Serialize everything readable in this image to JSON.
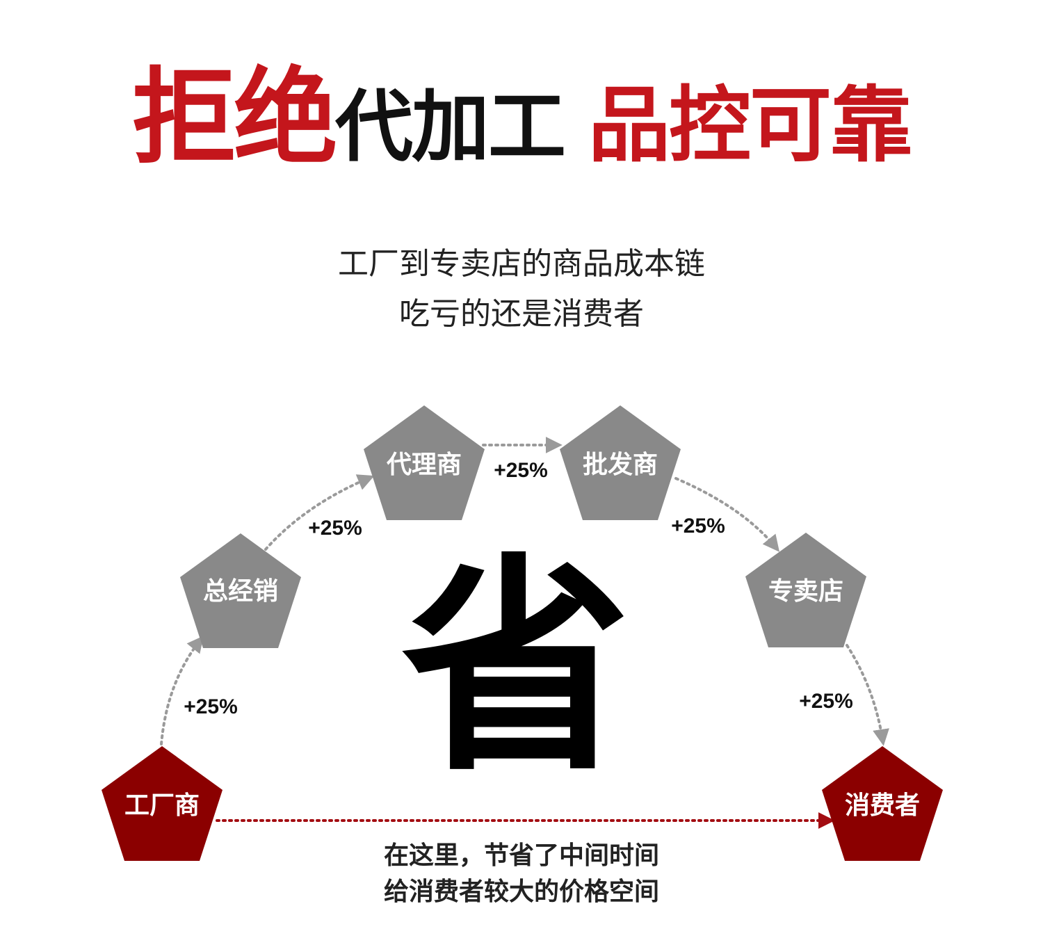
{
  "headline": {
    "part1": "拒绝",
    "part2": "代加工",
    "part3": "品控可靠"
  },
  "subtitle": {
    "line1": "工厂到专卖店的商品成本链",
    "line2": "吃亏的还是消费者"
  },
  "center_char": "省",
  "colors": {
    "accent_red": "#c4161c",
    "node_dark_red": "#8b0000",
    "node_gray": "#898989",
    "arrow_gray": "#9a9a9a",
    "arrow_red": "#a30d12"
  },
  "nodes": [
    {
      "id": "factory",
      "label": "工厂商",
      "style": "red"
    },
    {
      "id": "distributor",
      "label": "总经销",
      "style": "gray"
    },
    {
      "id": "agent",
      "label": "代理商",
      "style": "gray"
    },
    {
      "id": "wholesaler",
      "label": "批发商",
      "style": "gray"
    },
    {
      "id": "store",
      "label": "专卖店",
      "style": "gray"
    },
    {
      "id": "consumer",
      "label": "消费者",
      "style": "red"
    }
  ],
  "markups": [
    {
      "from": "factory",
      "to": "distributor",
      "label": "+25%"
    },
    {
      "from": "distributor",
      "to": "agent",
      "label": "+25%"
    },
    {
      "from": "agent",
      "to": "wholesaler",
      "label": "+25%"
    },
    {
      "from": "wholesaler",
      "to": "store",
      "label": "+25%"
    },
    {
      "from": "store",
      "to": "consumer",
      "label": "+25%"
    }
  ],
  "footer": {
    "line1": "在这里，节省了中间时间",
    "line2": "给消费者较大的价格空间"
  }
}
